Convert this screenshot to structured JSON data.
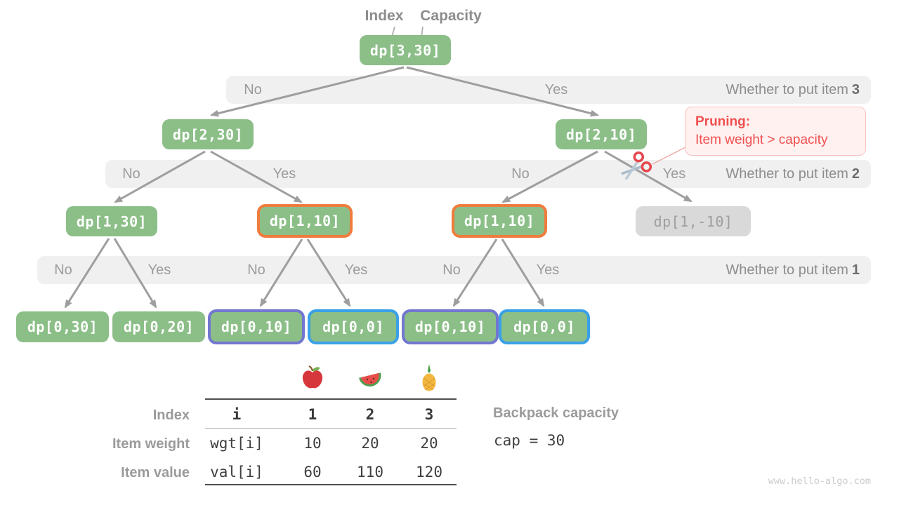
{
  "header": {
    "index_label": "Index",
    "capacity_label": "Capacity"
  },
  "nodes": {
    "n330": "dp[3,30]",
    "n230": "dp[2,30]",
    "n210": "dp[2,10]",
    "n130": "dp[1,30]",
    "n110a": "dp[1,10]",
    "n110b": "dp[1,10]",
    "n1m10": "dp[1,-10]",
    "n030": "dp[0,30]",
    "n020": "dp[0,20]",
    "n010a": "dp[0,10]",
    "n000a": "dp[0,0]",
    "n010b": "dp[0,10]",
    "n000b": "dp[0,0]"
  },
  "bands": {
    "item3": {
      "no1": "No",
      "yes1": "Yes",
      "question": "Whether to put item",
      "item": "3"
    },
    "item2": {
      "no1": "No",
      "yes1": "Yes",
      "no2": "No",
      "yes2": "Yes",
      "question": "Whether to put item",
      "item": "2"
    },
    "item1": {
      "no1": "No",
      "yes1": "Yes",
      "no2": "No",
      "yes2": "Yes",
      "no3": "No",
      "yes3": "Yes",
      "question": "Whether to put item",
      "item": "1"
    }
  },
  "pruning": {
    "title": "Pruning:",
    "body": "Item weight > capacity"
  },
  "table": {
    "row_labels": {
      "index": "Index",
      "weight": "Item weight",
      "value": "Item value"
    },
    "header_row": {
      "key": "i",
      "c1": "1",
      "c2": "2",
      "c3": "3"
    },
    "weight_row": {
      "key": "wgt[i]",
      "c1": "10",
      "c2": "20",
      "c3": "20"
    },
    "value_row": {
      "key": "val[i]",
      "c1": "60",
      "c2": "110",
      "c3": "120"
    },
    "fruit_icons": [
      "apple-icon",
      "watermelon-icon",
      "pineapple-icon"
    ]
  },
  "backpack": {
    "label": "Backpack capacity",
    "value": "cap = 30"
  },
  "watermark": "www.hello-algo.com",
  "colors": {
    "node_green": "#8cbf88",
    "node_gray_bg": "#d9d9d9",
    "node_gray_text": "#9e9e9e",
    "border_orange": "#ee7d3d",
    "border_purple": "#7277d0",
    "border_blue": "#3aa0e8",
    "band_bg": "#f0f0f1",
    "arrow_gray": "#9e9e9e",
    "pruning_red": "#f04f4f",
    "pruning_bg": "#fef1f0",
    "pruning_border": "#f6c3bf"
  }
}
